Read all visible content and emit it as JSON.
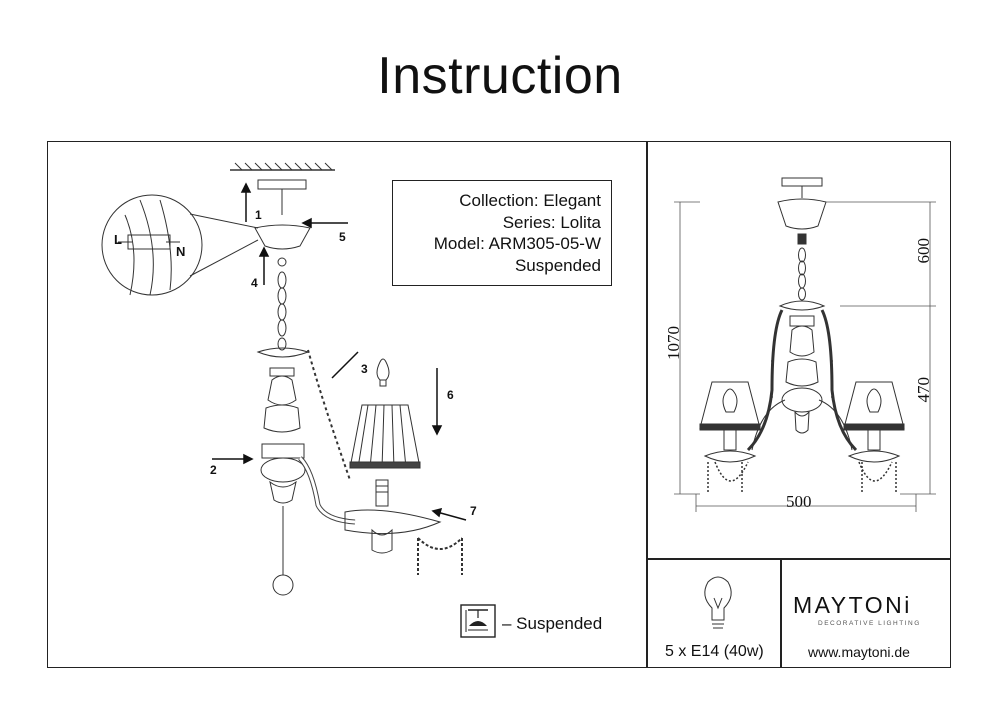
{
  "page": {
    "title": "Instruction"
  },
  "info": {
    "collection": "Collection: Elegant",
    "series": "Series: Lolita",
    "model": "Model: ARM305-05-W",
    "mount": "Suspended"
  },
  "legend": {
    "text": "– Suspended"
  },
  "steps": [
    "1",
    "2",
    "3",
    "4",
    "5",
    "6",
    "7"
  ],
  "assembly_labels": {
    "L": "L",
    "N": "N"
  },
  "dimensions": {
    "height_total": "1070",
    "height_chain": "600",
    "height_body": "470",
    "width": "500"
  },
  "bulb": {
    "spec": "5 x E14 (40w)"
  },
  "brand": {
    "name": "MAYTONi",
    "tagline": "DECORATIVE LIGHTING",
    "url": "www.maytoni.de"
  }
}
